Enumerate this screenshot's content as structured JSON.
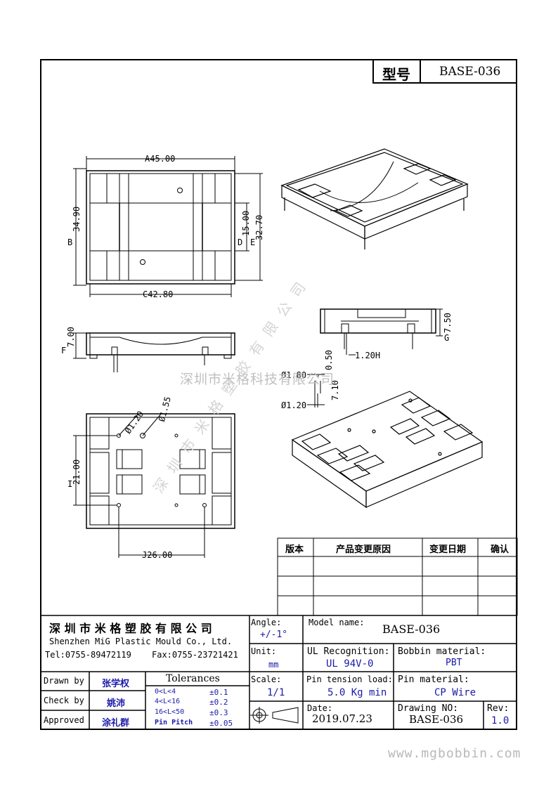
{
  "header": {
    "model_label": "型号",
    "model_value": "BASE-036"
  },
  "dimensions": {
    "a": "A45.00",
    "b": "B",
    "b_val": "34.90",
    "c": "C42.80",
    "d": "D",
    "d_val": "15.00",
    "e": "E",
    "e_val": "32.70",
    "f": "F",
    "f_val": "7.00",
    "g": "G",
    "g_val": "7.50",
    "h": "1.20H",
    "i": "I",
    "i_val": "21.00",
    "j": "J26.00",
    "d180": "Ø1.80",
    "d120": "Ø1.20",
    "d050": "0.50",
    "d710": "7.10",
    "hole120": "Ø1.20",
    "hole155": "Ø1.55"
  },
  "watermark": {
    "horizontal": "深圳市米格科技有限公司",
    "diagonal": "深圳市米格塑胶有限公司"
  },
  "revision_table": {
    "headers": [
      "版本",
      "产品变更原因",
      "变更日期",
      "确认"
    ],
    "rows": [
      [
        "",
        "",
        "",
        ""
      ],
      [
        "",
        "",
        "",
        ""
      ],
      [
        "",
        "",
        "",
        ""
      ]
    ]
  },
  "company": {
    "name_cn": "深 圳 市 米 格 塑 胶 有 限 公 司",
    "name_en": "Shenzhen MiG Plastic Mould Co., Ltd.",
    "tel": "Tel:0755-89472119",
    "fax": "Fax:0755-23721421"
  },
  "signoff": [
    {
      "label": "Drawn by",
      "name": "张学权"
    },
    {
      "label": "Check by",
      "name": "姚沛"
    },
    {
      "label": "Approved",
      "name": "涂礼群"
    }
  ],
  "tolerances": {
    "title": "Tolerances",
    "rows": [
      {
        "range": "0<L<4",
        "value": "±0.1"
      },
      {
        "range": "4<L<16",
        "value": "±0.2"
      },
      {
        "range": "16<L<50",
        "value": "±0.3"
      },
      {
        "range": "Pin Pitch",
        "value": "±0.05"
      }
    ]
  },
  "specs": {
    "angle_label": "Angle:",
    "angle_value": "+/-1°",
    "unit_label": "Unit:",
    "unit_value": "mm",
    "scale_label": "Scale:",
    "scale_value": "1/1",
    "model_name_label": "Model name:",
    "model_name_value": "BASE-036",
    "ul_label": "UL Recognition:",
    "ul_value": "UL 94V-0",
    "bobbin_label": "Bobbin material:",
    "bobbin_value": "PBT",
    "pin_tension_label": "Pin tension load:",
    "pin_tension_value": "5.0 Kg min",
    "pin_material_label": "Pin material:",
    "pin_material_value": "CP Wire",
    "date_label": "Date:",
    "date_value": "2019.07.23",
    "drawing_no_label": "Drawing NO:",
    "drawing_no_value": "BASE-036",
    "rev_label": "Rev:",
    "rev_value": "1.0"
  },
  "footer": {
    "url": "www.mgbobbin.com"
  },
  "icons": {
    "projection": "first-angle-projection-icon"
  }
}
